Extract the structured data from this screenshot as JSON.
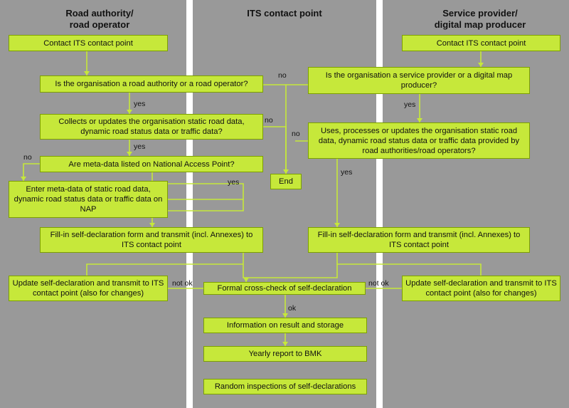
{
  "lanes": {
    "road": "Road authority/\nroad operator",
    "its": "ITS contact point",
    "provider": "Service provider/\ndigital map producer"
  },
  "nodes": {
    "contact_its_left": "Contact ITS contact point",
    "is_road_authority": "Is the organisation a road authority or a road operator?",
    "collects_updates": "Collects or updates the organisation static road data, dynamic road status data or traffic data?",
    "meta_listed": "Are meta-data listed on National Access Point?",
    "enter_meta": "Enter meta-data of static road data, dynamic road status data or traffic data on NAP",
    "fill_in_left": "Fill-in self-declaration form and transmit (incl. Annexes) to ITS contact point",
    "update_left": "Update self-declaration and transmit to ITS contact point (also for changes)",
    "end": "End",
    "formal_check": "Formal cross-check of self-declaration",
    "info_result": "Information on result and storage",
    "yearly_report": "Yearly report to BMK",
    "random_inspections": "Random inspections of self-declarations",
    "contact_its_right": "Contact ITS contact point",
    "is_service_provider": "Is the organisation a service provider or a digital map producer?",
    "uses_processes": "Uses, processes or updates the organisation static road data, dynamic road status data or traffic data provided by road authorities/road operators?",
    "fill_in_right": "Fill-in self-declaration form and transmit (incl. Annexes) to ITS contact point",
    "update_right": "Update self-declaration and transmit to ITS contact point (also for changes)"
  },
  "labels": {
    "yes_1": "yes",
    "yes_2": "yes",
    "no_meta": "no",
    "yes_meta": "yes",
    "no_collects": "no",
    "no_top": "no",
    "no_uses": "no",
    "yes_sp": "yes",
    "yes_uses": "yes",
    "not_ok_left": "not ok",
    "not_ok_right": "not ok",
    "ok": "ok"
  },
  "colors": {
    "box_fill": "#c6e83a",
    "box_border": "#7da000",
    "connector": "#c6e83a",
    "lane_bg": "#999999",
    "divider": "#ffffff"
  }
}
